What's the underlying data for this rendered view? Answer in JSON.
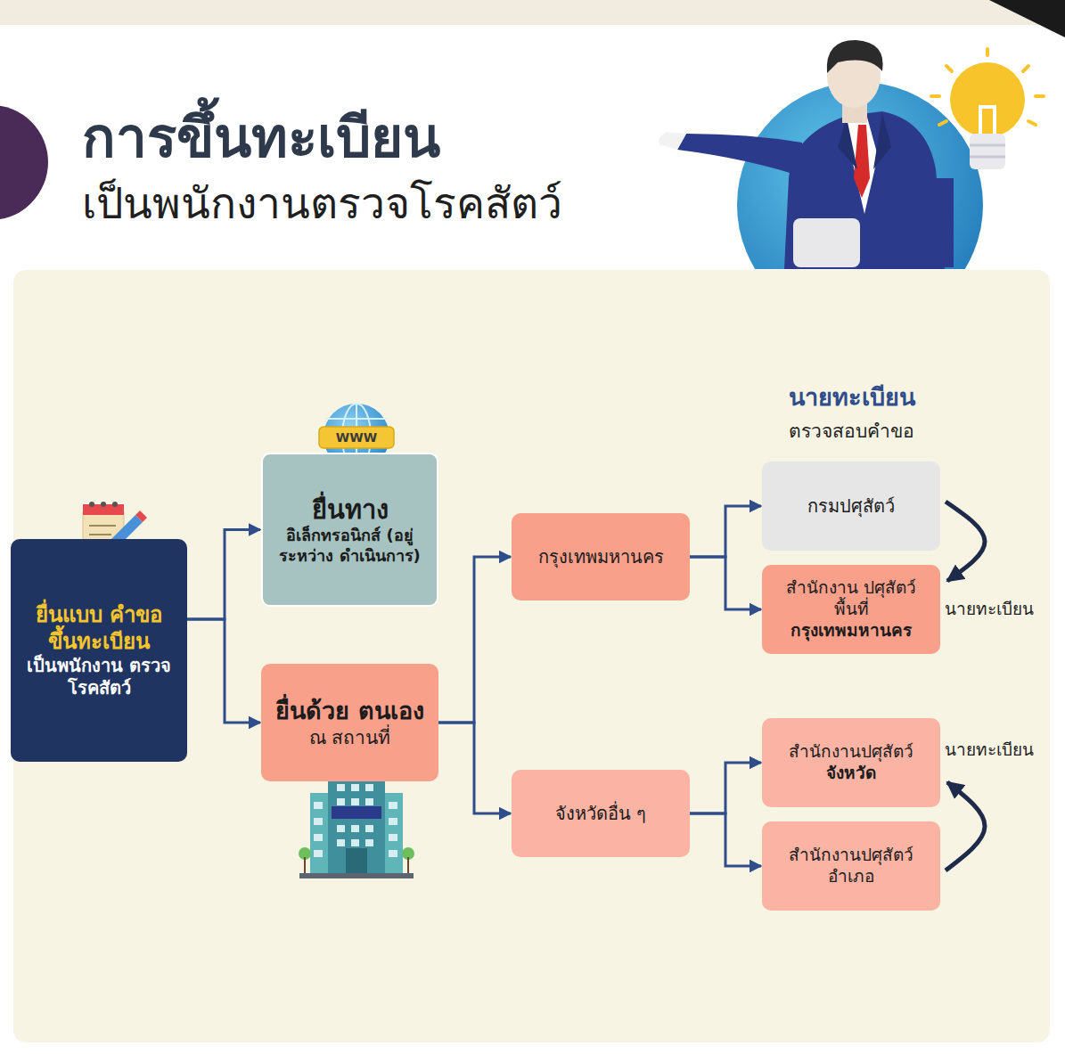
{
  "diagram": {
    "title": "การขึ้นทะเบียน",
    "nodes": [
      {
        "text": [
          "ยื่นแบบ คำขอ ขึ้นทะเบียน",
          "เป็นพนักงาน ตรวจโรคสัตว์"
        ]
      },
      {
        "text": [
          "ยื่นทาง",
          "อิเล็กทรอนิกส์ (อยู่ระหว่าง ดำเนินการ)"
        ]
      },
      {
        "text": [
          "ยื่นด้วย ตนเอง",
          "ณ สถานที่"
        ]
      },
      {
        "text": [
          "กรุงเทพมหานคร"
        ]
      },
      {
        "text": [
          "จังหวัดอื่น ๆ"
        ]
      },
      {
        "text": [
          "กรมปศุสัตว์"
        ]
      },
      {
        "text": [
          "สำนักงาน ปศุสัตว์พื้นที่",
          "กรุงเทพมหานคร"
        ]
      },
      {
        "text": [
          "สำนักงานปศุสัตว์",
          "จังหวัด"
        ]
      },
      {
        "text": [
          "สำนักงานปศุสัตว์ อำเภอ"
        ]
      }
    ],
    "edges": [
      {
        "from": 0,
        "to": 1,
        "arrow": "to"
      },
      {
        "from": 0,
        "to": 2,
        "arrow": "to"
      },
      {
        "from": 2,
        "to": 3,
        "arrow": "to"
      },
      {
        "from": 2,
        "to": 4,
        "arrow": "to"
      },
      {
        "from": 3,
        "to": 5,
        "arrow": "to"
      },
      {
        "from": 3,
        "to": 6,
        "arrow": "to"
      },
      {
        "from": 4,
        "to": 7,
        "arrow": "to"
      },
      {
        "from": 4,
        "to": 8,
        "arrow": "to"
      },
      {
        "from": 5,
        "to": 6,
        "arrow": "to"
      },
      {
        "from": 8,
        "to": 7,
        "arrow": "to"
      }
    ],
    "labels": [
      "เป็นพนักงานตรวจโรคสัตว์",
      "นายทะเบียน",
      "ตรวจสอบคำขอ",
      "นายทะเบียน",
      "นายทะเบียน",
      "WWW"
    ]
  }
}
